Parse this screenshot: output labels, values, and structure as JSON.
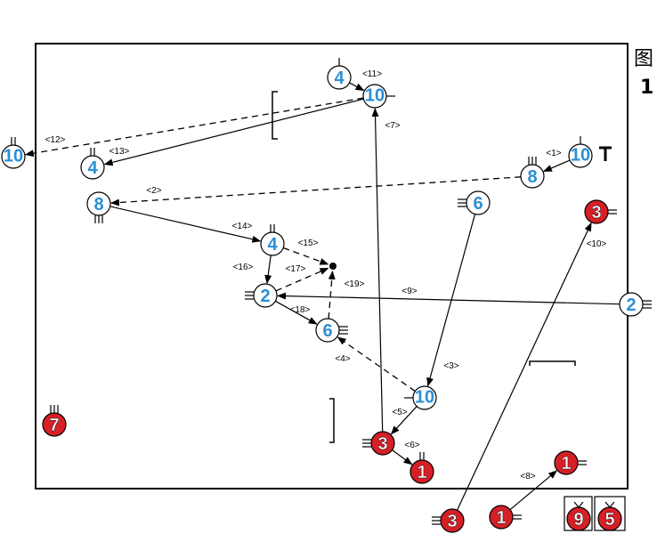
{
  "figure": {
    "char": "图",
    "number": "1"
  },
  "colors": {
    "white_team": "#2b8fd6",
    "red_team": "#d61f26",
    "outline": "#000000"
  },
  "players": [
    {
      "id": "w4a",
      "team": "white",
      "number": "4"
    },
    {
      "id": "w10a",
      "team": "white",
      "number": "10"
    },
    {
      "id": "w10b",
      "team": "white",
      "number": "10"
    },
    {
      "id": "w4b",
      "team": "white",
      "number": "4"
    },
    {
      "id": "w8a",
      "team": "white",
      "number": "8"
    },
    {
      "id": "w10c",
      "team": "white",
      "number": "10"
    },
    {
      "id": "w8b",
      "team": "white",
      "number": "8"
    },
    {
      "id": "w6a",
      "team": "white",
      "number": "6"
    },
    {
      "id": "w4c",
      "team": "white",
      "number": "4"
    },
    {
      "id": "w2a",
      "team": "white",
      "number": "2"
    },
    {
      "id": "w6b",
      "team": "white",
      "number": "6"
    },
    {
      "id": "w2b",
      "team": "white",
      "number": "2"
    },
    {
      "id": "w10d",
      "team": "white",
      "number": "10"
    },
    {
      "id": "r3a",
      "team": "red",
      "number": "3"
    },
    {
      "id": "r7",
      "team": "red",
      "number": "7"
    },
    {
      "id": "r3b",
      "team": "red",
      "number": "3"
    },
    {
      "id": "r1a",
      "team": "red",
      "number": "1"
    },
    {
      "id": "r1b",
      "team": "red",
      "number": "1"
    },
    {
      "id": "r3c",
      "team": "red",
      "number": "3"
    },
    {
      "id": "r1c",
      "team": "red",
      "number": "1"
    },
    {
      "id": "r9",
      "team": "red",
      "number": "9"
    },
    {
      "id": "r5",
      "team": "red",
      "number": "5"
    }
  ],
  "arrows": [
    {
      "label": "<1>",
      "style": "solid"
    },
    {
      "label": "<2>",
      "style": "dashed"
    },
    {
      "label": "<3>",
      "style": "solid"
    },
    {
      "label": "<4>",
      "style": "dashed"
    },
    {
      "label": "<5>",
      "style": "solid"
    },
    {
      "label": "<6>",
      "style": "solid"
    },
    {
      "label": "<7>",
      "style": "solid"
    },
    {
      "label": "<8>",
      "style": "solid"
    },
    {
      "label": "<9>",
      "style": "solid"
    },
    {
      "label": "<10>",
      "style": "solid"
    },
    {
      "label": "<11>",
      "style": "solid"
    },
    {
      "label": "<12>",
      "style": "dashed"
    },
    {
      "label": "<13>",
      "style": "solid"
    },
    {
      "label": "<14>",
      "style": "solid"
    },
    {
      "label": "<15>",
      "style": "dashed"
    },
    {
      "label": "<16>",
      "style": "solid"
    },
    {
      "label": "<17>",
      "style": "dashed"
    },
    {
      "label": "<18>",
      "style": "solid"
    },
    {
      "label": "<19>",
      "style": "dashed"
    }
  ]
}
